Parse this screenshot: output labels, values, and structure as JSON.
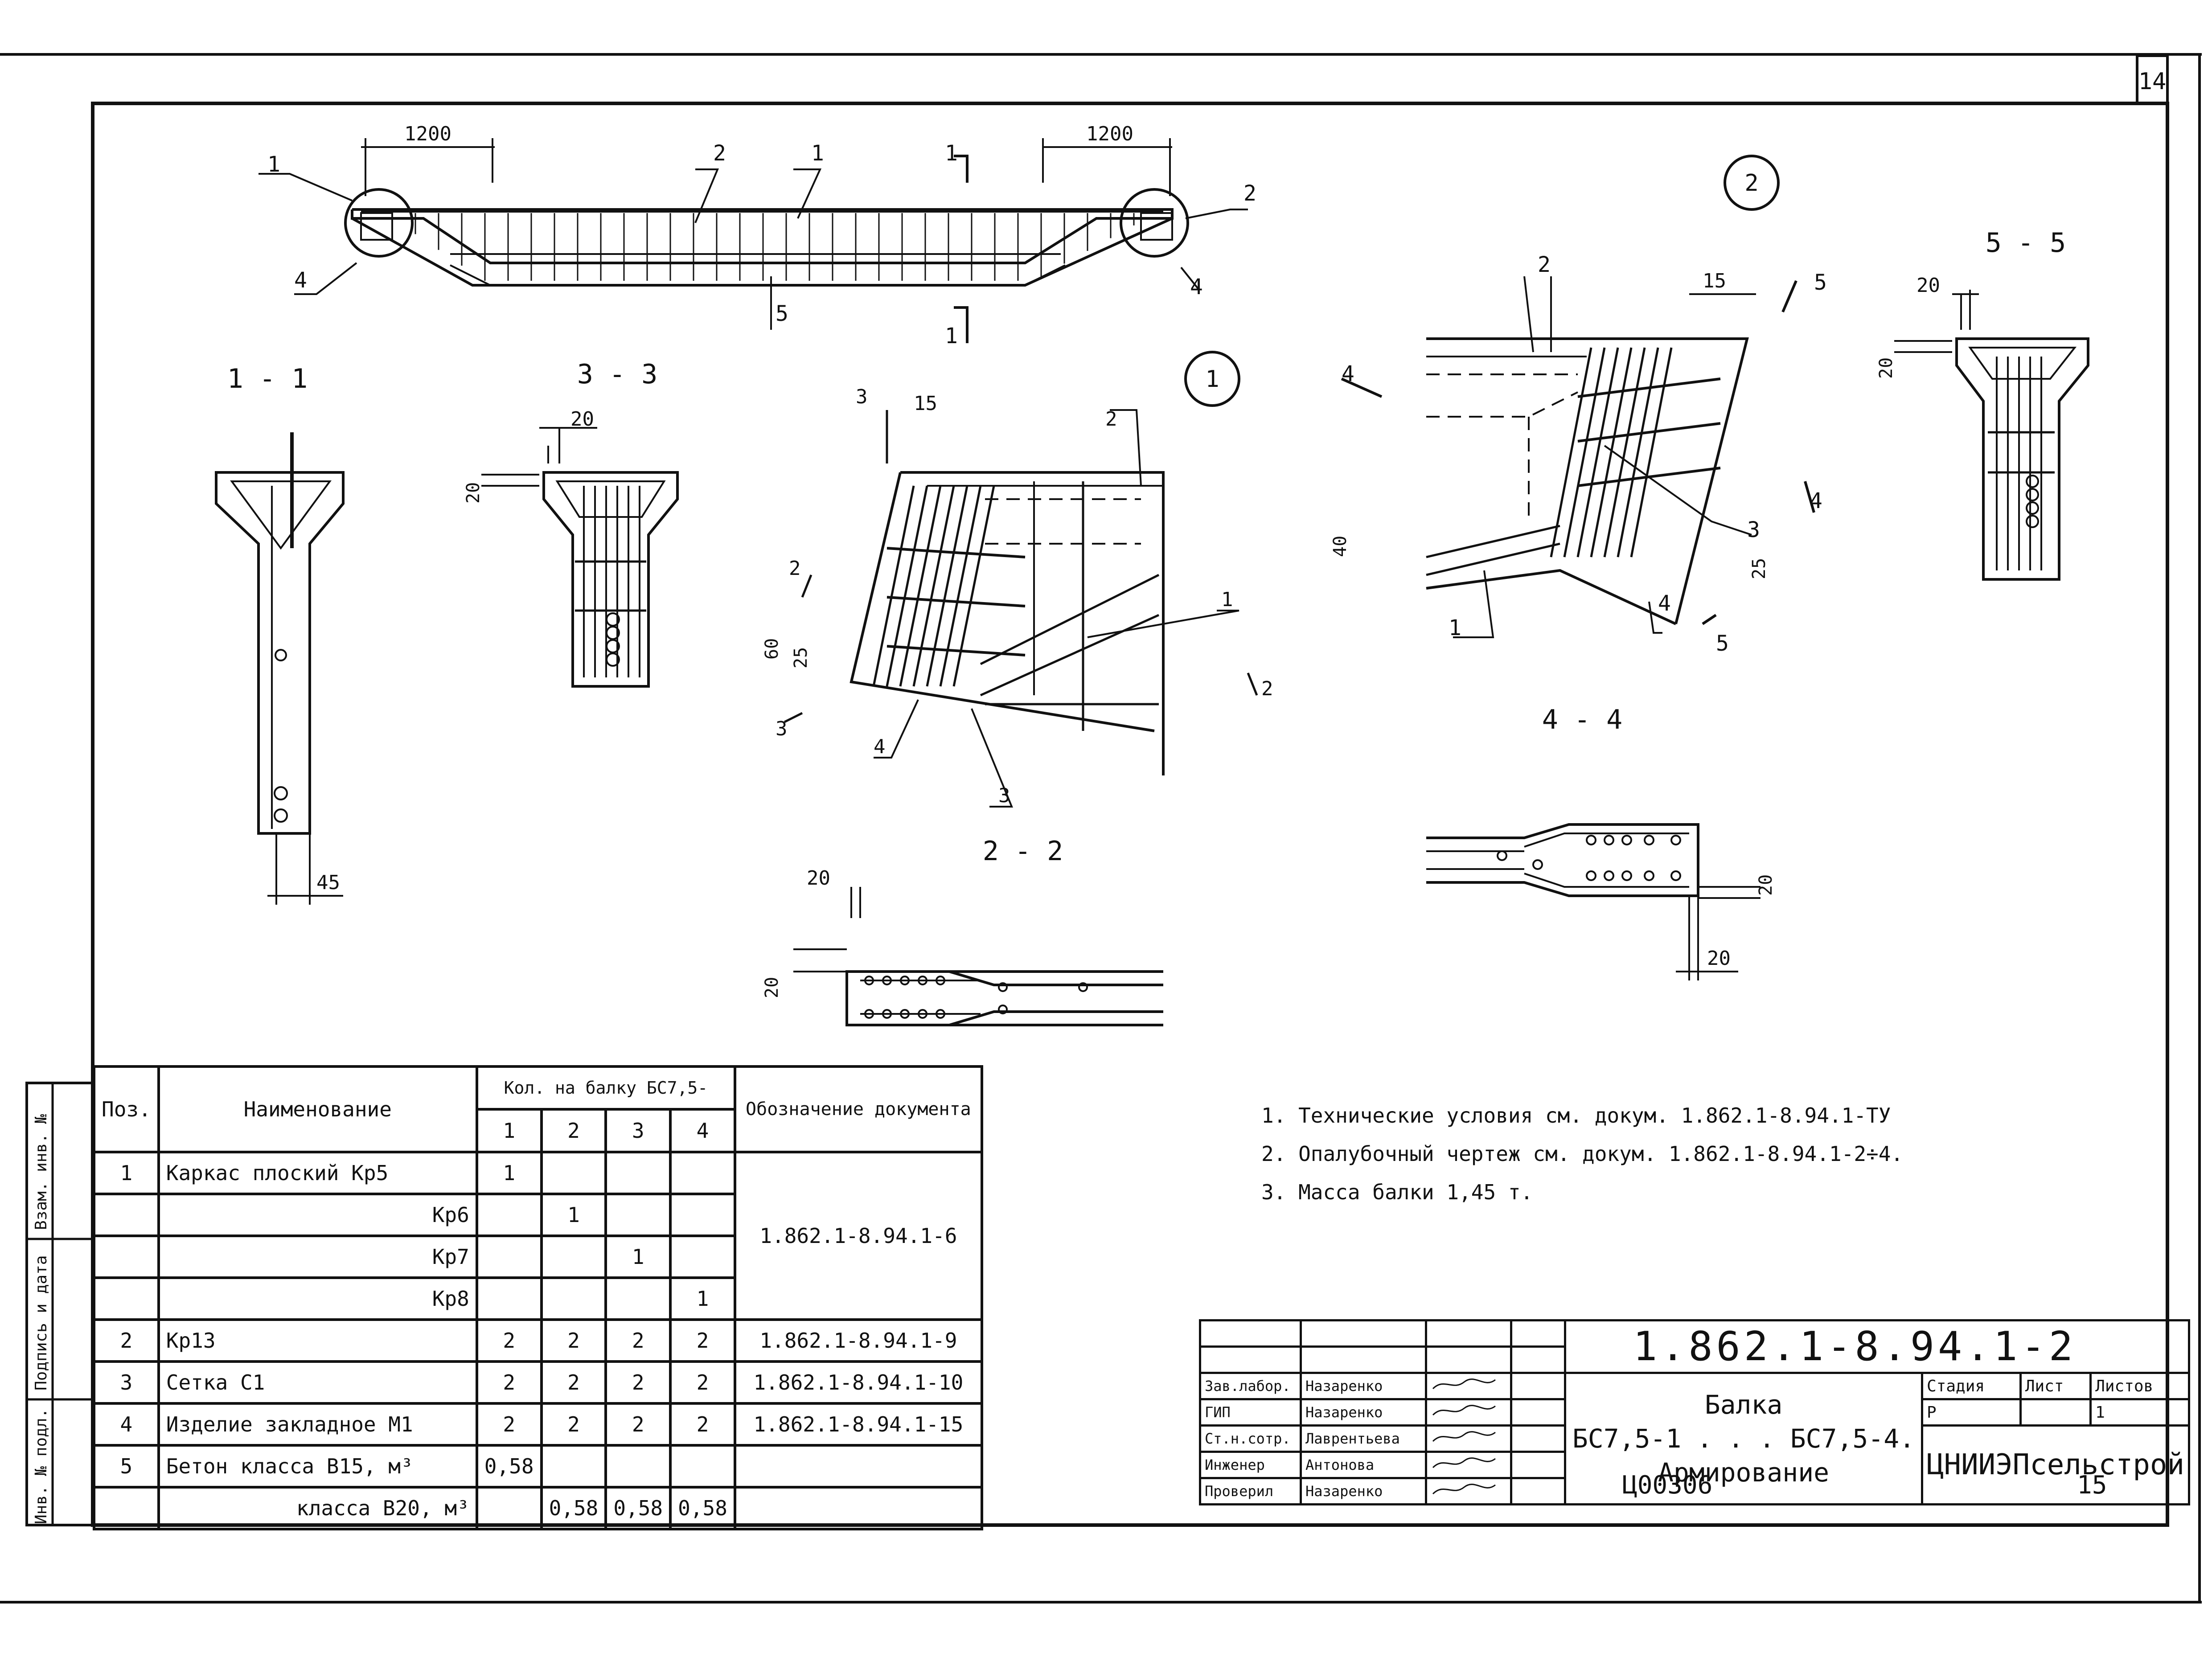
{
  "sheet": {
    "number": "14",
    "inventory": "Ц00306",
    "format_no": "15"
  },
  "side_stamp": [
    "Инв. № подл.",
    "Подпись и дата",
    "Взам. инв. №"
  ],
  "views": {
    "elevation": {
      "dim_left": "1200",
      "dim_right": "1200",
      "callouts": [
        "1",
        "2",
        "4",
        "5",
        "1",
        "2",
        "4"
      ],
      "section_marks": [
        "1",
        "1"
      ]
    },
    "s11": {
      "title": "1 - 1",
      "dim": "45"
    },
    "s33": {
      "title": "3 - 3",
      "dim_top": "20",
      "dim_side": "20"
    },
    "s22_detail": {
      "node": "1",
      "dims": [
        "15",
        "60",
        "25"
      ],
      "marks": [
        "3",
        "2",
        "3",
        "2"
      ],
      "callouts": [
        "2",
        "1",
        "4",
        "3"
      ]
    },
    "s22": {
      "title": "2 - 2",
      "dim_top": "20",
      "dim_side": "20"
    },
    "node2": {
      "node": "2",
      "dims": [
        "15",
        "40",
        "25"
      ],
      "marks": [
        "4",
        "5",
        "4",
        "5"
      ],
      "callouts": [
        "2",
        "3",
        "1",
        "4"
      ]
    },
    "s55": {
      "title": "5 - 5",
      "dim_top": "20",
      "dim_side": "20"
    },
    "s44": {
      "title": "4 - 4",
      "dim_side": "20",
      "dim_bottom": "20"
    }
  },
  "bom": {
    "headers": {
      "pos": "Поз.",
      "name": "Наименование",
      "qty": "Кол. на балку БС7,5-",
      "doc": "Обозначение документа"
    },
    "qty_cols": [
      "1",
      "2",
      "3",
      "4"
    ],
    "rows": [
      {
        "pos": "1",
        "name": "Каркас плоский Кр5",
        "q": [
          "1",
          "",
          "",
          ""
        ],
        "doc": ""
      },
      {
        "pos": "",
        "name": "Кр6",
        "q": [
          "",
          "1",
          "",
          ""
        ],
        "doc": "1.862.1-8.94.1-6"
      },
      {
        "pos": "",
        "name": "Кр7",
        "q": [
          "",
          "",
          "1",
          ""
        ],
        "doc": ""
      },
      {
        "pos": "",
        "name": "Кр8",
        "q": [
          "",
          "",
          "",
          "1"
        ],
        "doc": ""
      },
      {
        "pos": "2",
        "name": "Кр13",
        "q": [
          "2",
          "2",
          "2",
          "2"
        ],
        "doc": "1.862.1-8.94.1-9"
      },
      {
        "pos": "3",
        "name": "Сетка С1",
        "q": [
          "2",
          "2",
          "2",
          "2"
        ],
        "doc": "1.862.1-8.94.1-10"
      },
      {
        "pos": "4",
        "name": "Изделие закладное М1",
        "q": [
          "2",
          "2",
          "2",
          "2"
        ],
        "doc": "1.862.1-8.94.1-15"
      },
      {
        "pos": "5",
        "name": "Бетон класса В15, м³",
        "q": [
          "0,58",
          "",
          "",
          ""
        ],
        "doc": ""
      },
      {
        "pos": "",
        "name": "класса В20, м³",
        "q": [
          "",
          "0,58",
          "0,58",
          "0,58"
        ],
        "doc": ""
      }
    ]
  },
  "notes": [
    "1. Технические условия см. докум. 1.862.1-8.94.1-ТУ",
    "2. Опалубочный чертеж см. докум. 1.862.1-8.94.1-2÷4.",
    "3. Масса балки 1,45 т."
  ],
  "title_block": {
    "code": "1.862.1-8.94.1-2",
    "title_lines": [
      "Балка",
      "БС7,5-1 . . . БС7,5-4.",
      "Армирование"
    ],
    "stage_label": "Стадия",
    "sheet_label": "Лист",
    "sheets_label": "Листов",
    "stage": "Р",
    "sheet": "",
    "sheets": "1",
    "org": "ЦНИИЭПсельстрой",
    "signers": [
      {
        "role": "Зав.лабор.",
        "name": "Назаренко"
      },
      {
        "role": "ГИП",
        "name": "Назаренко"
      },
      {
        "role": "Ст.н.сотр.",
        "name": "Лаврентьева"
      },
      {
        "role": "Инженер",
        "name": "Антонова"
      },
      {
        "role": "Проверил",
        "name": "Назаренко"
      }
    ]
  }
}
